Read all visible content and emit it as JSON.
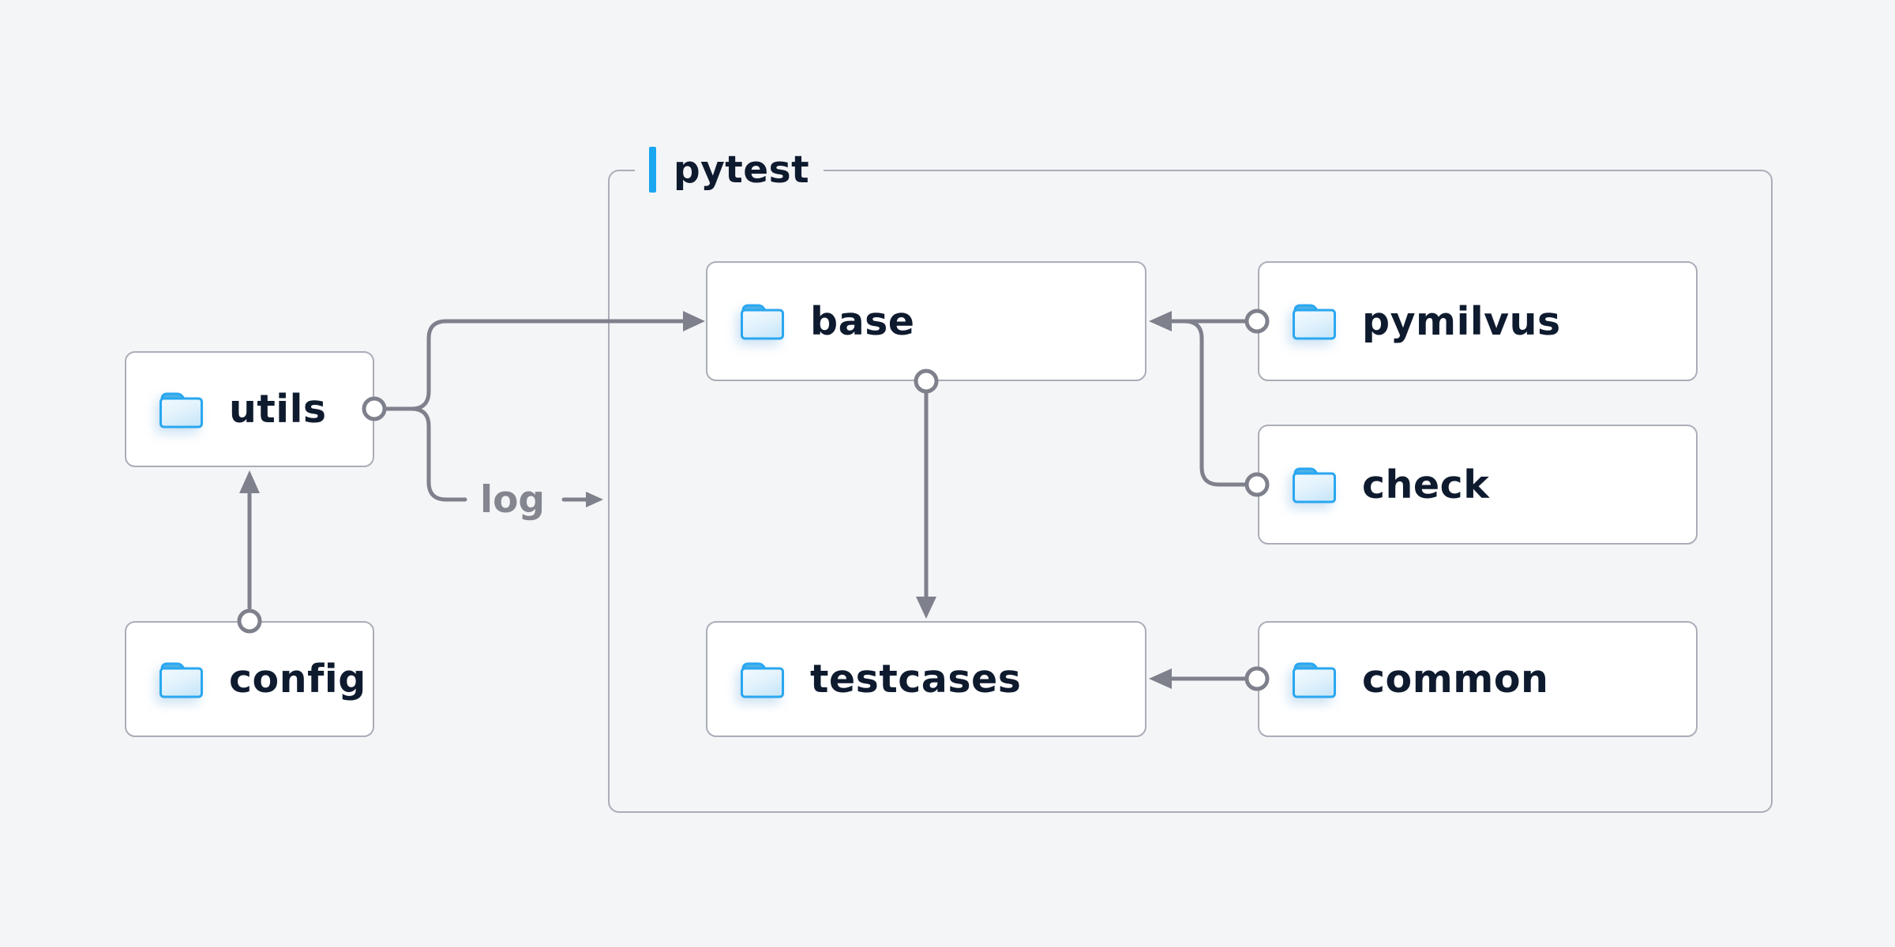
{
  "diagram": {
    "group": {
      "label": "pytest"
    },
    "nodes": [
      {
        "id": "utils",
        "label": "utils",
        "icon": "folder-icon"
      },
      {
        "id": "config",
        "label": "config",
        "icon": "folder-icon"
      },
      {
        "id": "base",
        "label": "base",
        "icon": "folder-icon"
      },
      {
        "id": "pymilvus",
        "label": "pymilvus",
        "icon": "folder-icon"
      },
      {
        "id": "check",
        "label": "check",
        "icon": "folder-icon"
      },
      {
        "id": "testcases",
        "label": "testcases",
        "icon": "folder-icon"
      },
      {
        "id": "common",
        "label": "common",
        "icon": "folder-icon"
      }
    ],
    "edge_label": "log",
    "edges": [
      {
        "from": "config",
        "to": "utils",
        "style": "arrow"
      },
      {
        "from": "utils",
        "to": "base",
        "style": "arrow"
      },
      {
        "from": "utils",
        "to": "pytest-group",
        "style": "labeled-arrow",
        "label": "log"
      },
      {
        "from": "pymilvus",
        "to": "base",
        "style": "arrow"
      },
      {
        "from": "check",
        "to": "base",
        "style": "merge-arrow"
      },
      {
        "from": "base",
        "to": "testcases",
        "style": "arrow"
      },
      {
        "from": "common",
        "to": "testcases",
        "style": "arrow"
      }
    ],
    "colors": {
      "background": "#f4f5f7",
      "node_background": "#ffffff",
      "node_border": "#abadb8",
      "node_text": "#0e1a2e",
      "connector": "#7e818c",
      "accent_blue": "#1aa7f0",
      "folder_blue": "#2aa7f0"
    }
  }
}
